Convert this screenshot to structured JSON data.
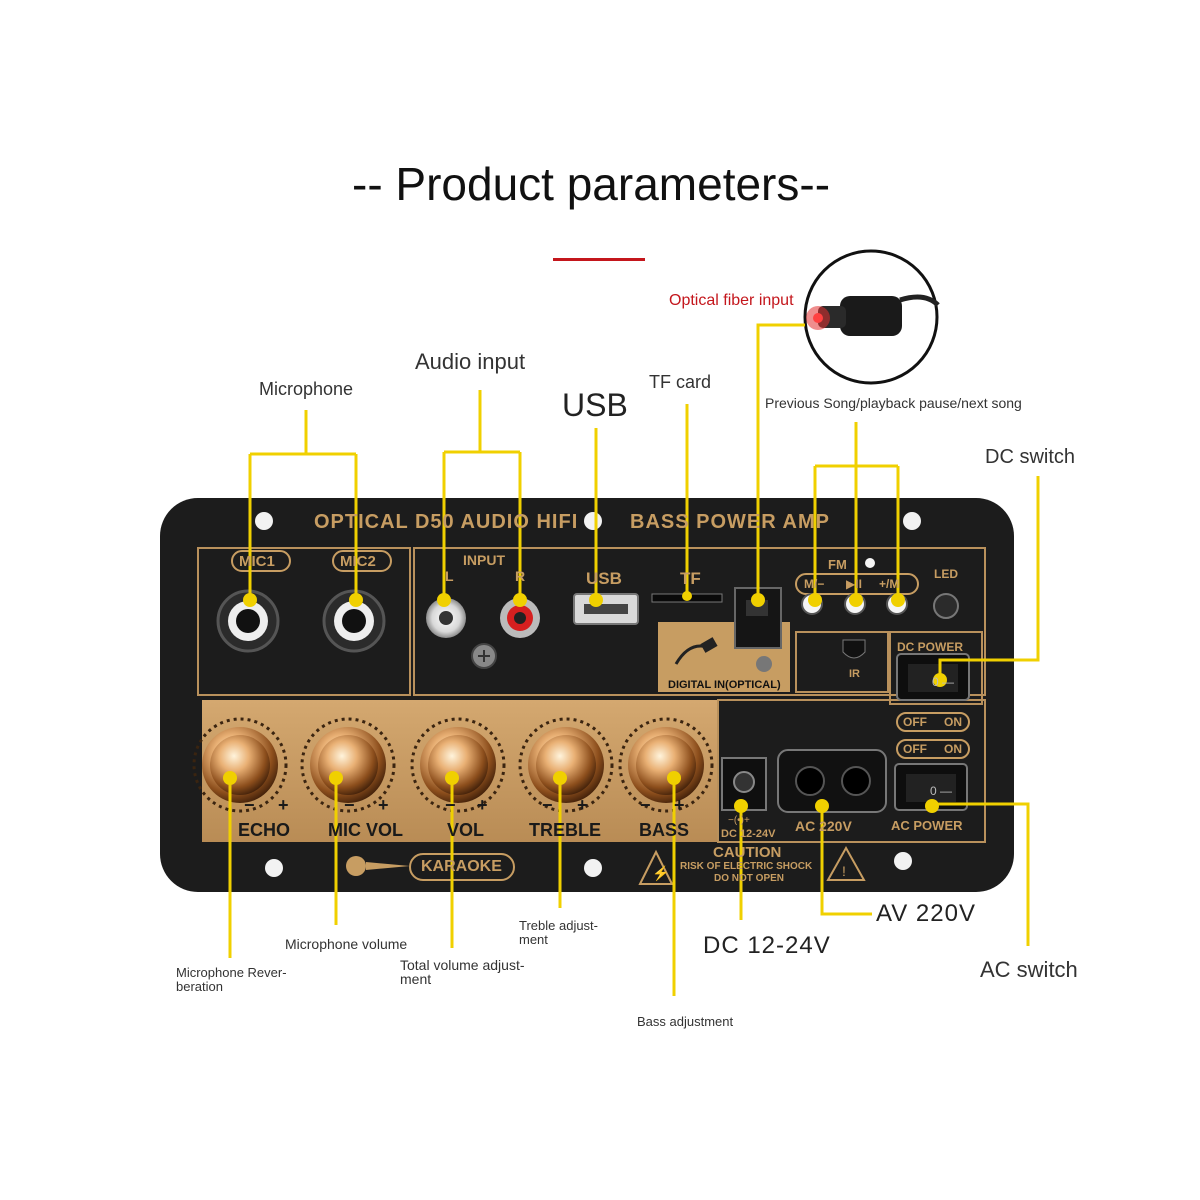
{
  "title": "-- Product parameters--",
  "callouts": {
    "optical_fiber_input": "Optical fiber input",
    "audio_input": "Audio input",
    "microphone": "Microphone",
    "usb": "USB",
    "tf_card": "TF card",
    "prev_play_next": "Previous Song/playback pause/next song",
    "dc_switch": "DC switch",
    "microphone_volume": "Microphone volume",
    "mic_reverb_line1": "Microphone Rever-",
    "mic_reverb_line2": "beration",
    "total_volume_line1": "Total volume adjust-",
    "total_volume_line2": "ment",
    "treble_line1": "Treble adjust-",
    "treble_line2": "ment",
    "bass_adjustment": "Bass adjustment",
    "dc_12_24v": "DC 12-24V",
    "av_220v": "AV 220V",
    "ac_switch": "AC switch"
  },
  "panel": {
    "header_left": "OPTICAL D50 AUDIO HIFI",
    "header_right": "BASS POWER AMP",
    "mic1": "MIC1",
    "mic2": "MIC2",
    "input": "INPUT",
    "l": "L",
    "r": "R",
    "usb": "USB",
    "tf": "TF",
    "fm": "FM",
    "btn_prev": "M/−",
    "btn_play": "▶II",
    "btn_next": "+/M",
    "led": "LED",
    "digital_in": "DIGITAL IN(OPTICAL)",
    "ir": "IR",
    "dc_power": "DC POWER",
    "off": "OFF",
    "on": "ON",
    "rocker": "0 —",
    "dc_jack_label": "DC 12-24V",
    "dc_polarity": "−(•)+",
    "ac_label": "AC 220V",
    "ac_power": "AC POWER",
    "caution": "CAUTION",
    "caution_sub1": "RISK OF ELECTRIC SHOCK",
    "caution_sub2": "DO NOT OPEN",
    "karaoke": "KARAOKE",
    "knobs": [
      "ECHO",
      "MIC VOL",
      "VOL",
      "TREBLE",
      "BASS"
    ],
    "minus": "−",
    "plus": "+"
  },
  "colors": {
    "callout_line": "#f0d000",
    "panel_bg": "#1c1c1c",
    "gold_section": "#c79d62",
    "accent_red": "#c4161c"
  }
}
